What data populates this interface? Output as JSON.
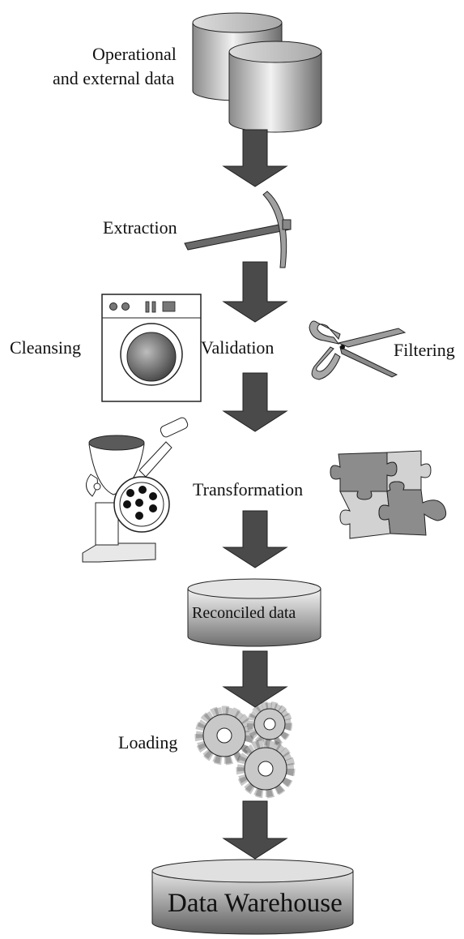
{
  "diagram": {
    "source": {
      "label_line1": "Operational",
      "label_line2": "and external data"
    },
    "steps": {
      "extraction": "Extraction",
      "cleansing": "Cleansing",
      "validation": "Validation",
      "filtering": "Filtering",
      "transformation": "Transformation",
      "reconciled": "Reconciled data",
      "loading": "Loading",
      "warehouse": "Data Warehouse"
    }
  },
  "colors": {
    "arrow": "#4a4a4a",
    "cylinder_light": "#f2f2f2",
    "cylinder_dark": "#707070",
    "puzzle_dark": "#8c8c8c",
    "puzzle_light": "#cfcfcf",
    "gear": "#c8c8c8"
  }
}
